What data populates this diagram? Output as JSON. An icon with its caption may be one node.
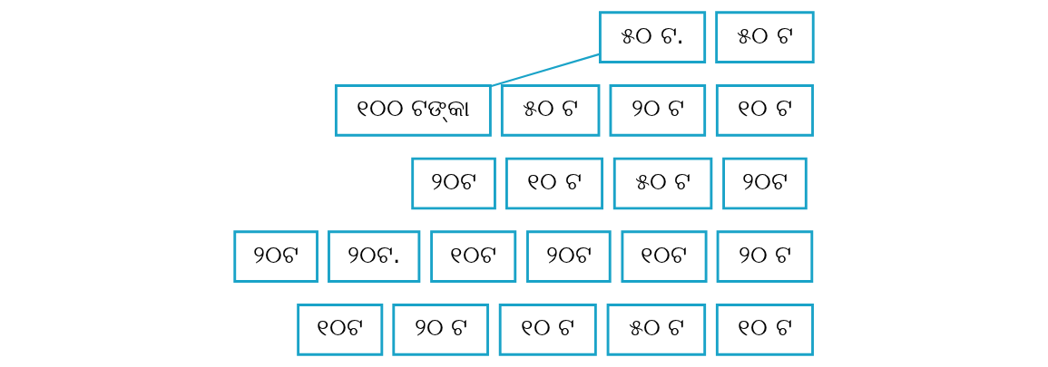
{
  "diagram": {
    "nodes": [
      {
        "text": [
          "୧୦୦ ଟଙ୍କା"
        ]
      },
      {
        "text": [
          "୫୦ ଟ."
        ]
      },
      {
        "text": [
          "୫୦ ଟ"
        ]
      },
      {
        "text": [
          "୫୦ ଟ"
        ]
      },
      {
        "text": [
          "୨୦ ଟ"
        ]
      },
      {
        "text": [
          "୧୦ ଟ"
        ]
      },
      {
        "text": [
          "୨୦ଟ"
        ]
      },
      {
        "text": [
          "୧୦ ଟ"
        ]
      },
      {
        "text": [
          "୫୦ ଟ"
        ]
      },
      {
        "text": [
          "୨୦ଟ"
        ]
      },
      {
        "text": [
          "୨୦ଟ"
        ]
      },
      {
        "text": [
          "୨୦ଟ."
        ]
      },
      {
        "text": [
          "୧୦ଟ"
        ]
      },
      {
        "text": [
          "୨୦ଟ"
        ]
      },
      {
        "text": [
          "୧୦ଟ"
        ]
      },
      {
        "text": [
          "୨୦ ଟ"
        ]
      },
      {
        "text": [
          "୧୦ଟ"
        ]
      },
      {
        "text": [
          "୨୦ ଟ"
        ]
      },
      {
        "text": [
          "୧୦ ଟ"
        ]
      },
      {
        "text": [
          "୫୦ ଟ"
        ]
      },
      {
        "text": [
          "୧୦ ଟ"
        ]
      }
    ],
    "edges": [
      {
        "from": 0,
        "to": 1,
        "arrow": "none"
      }
    ]
  }
}
